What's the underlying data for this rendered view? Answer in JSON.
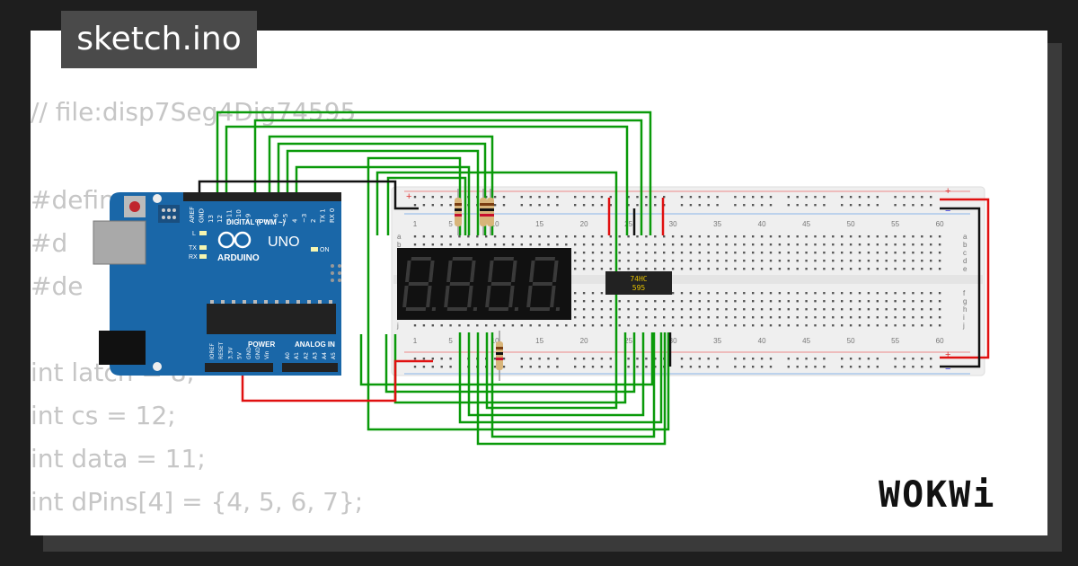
{
  "header": {
    "title": "sketch.ino"
  },
  "code_lines": [
    "// file:disp7Seg4Dig74595",
    "",
    "#define",
    "#d",
    "#de",
    "",
    "int latch = 8;",
    "int cs = 12;",
    "int data = 11;",
    "int dPins[4] = {4, 5, 6, 7};"
  ],
  "arduino": {
    "brand": "ARDUINO",
    "model": "UNO",
    "digital_label": "DIGITAL (PWM ~)",
    "power_label": "POWER",
    "analog_label": "ANALOG IN",
    "led_labels": [
      "L",
      "TX",
      "RX",
      "ON"
    ],
    "power_pins": [
      "IOREF",
      "RESET",
      "3.3V",
      "5V",
      "GND",
      "GND",
      "Vin"
    ],
    "analog_pins": [
      "A0",
      "A1",
      "A2",
      "A3",
      "A4",
      "A5"
    ],
    "digital_pins": [
      "AREF",
      "GND",
      "13",
      "12",
      "~11",
      "~10",
      "~9",
      "8",
      "7",
      "~6",
      "~5",
      "4",
      "~3",
      "2",
      "TX 1",
      "RX 0"
    ]
  },
  "breadboard": {
    "column_numbers": [
      "1",
      "5",
      "10",
      "15",
      "20",
      "25",
      "30",
      "35",
      "40",
      "45",
      "50",
      "55",
      "60"
    ],
    "row_letters_top": [
      "a",
      "b",
      "c",
      "d",
      "e"
    ],
    "row_letters_bottom": [
      "f",
      "g",
      "h",
      "i",
      "j"
    ],
    "rail_plus": "+",
    "rail_minus": "−"
  },
  "chip": {
    "line1": "74HC",
    "line2": "595"
  },
  "display": {
    "digits": 4
  },
  "brand_logo": "WOKWi",
  "colors": {
    "wire_green": "#0a9a0a",
    "wire_red": "#e01010",
    "wire_black": "#111111",
    "board_blue": "#1a67a8",
    "breadboard": "#f0f0f0",
    "display_bg": "#111111",
    "chip_bg": "#222222"
  }
}
